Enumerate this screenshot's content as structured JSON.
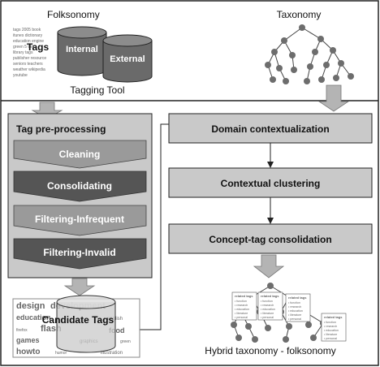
{
  "top_left": {
    "title": "Folksonomy",
    "tags_label": "Tags",
    "internal_label": "Internal",
    "external_label": "External",
    "tool_label": "Tagging Tool",
    "cloud_words": [
      "tags 2005 book",
      "itunes dictionary",
      "education engine",
      "green 5 this",
      "library tags",
      "publisher resource",
      "seniors teachers",
      "weather wikipedia",
      "youtube"
    ]
  },
  "top_right": {
    "title": "Taxonomy"
  },
  "preprocessing": {
    "title": "Tag pre-processing",
    "steps": [
      "Cleaning",
      "Consolidating",
      "Filtering-Infrequent",
      "Filtering-Invalid"
    ]
  },
  "right_flow": {
    "steps": [
      "Domain contextualization",
      "Contextual clustering",
      "Concept-tag consolidation"
    ]
  },
  "candidate": {
    "label": "Candidate Tags",
    "cloud_words": [
      "design",
      "development",
      "education",
      "english",
      "firefox",
      "flash",
      "food",
      "games",
      "graphics",
      "green",
      "howto",
      "humor",
      "illustration"
    ]
  },
  "hybrid": {
    "label": "Hybrid taxonomy - folksonomy",
    "box_title": "related tags",
    "box_items": [
      "function",
      "research",
      "education",
      "literature",
      "personal"
    ]
  },
  "colors": {
    "panel_fill": "#c9c9c9",
    "chevron_light": "#9a9a9a",
    "chevron_dark": "#555555",
    "arrow_fill": "#b4b4b4",
    "cylinder": "#6a6a6a",
    "node": "#6d6d6d"
  }
}
